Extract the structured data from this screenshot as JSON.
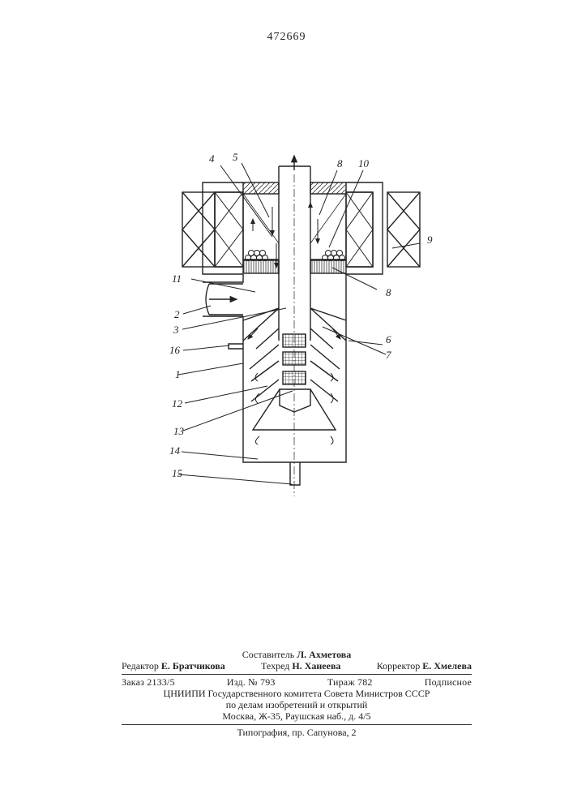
{
  "patent_number": "472669",
  "figure": {
    "labels": {
      "l1": "1",
      "l2": "2",
      "l3": "3",
      "l4": "4",
      "l5": "5",
      "l6": "6",
      "l7": "7",
      "l8a": "8",
      "l8b": "8",
      "l9": "9",
      "l10": "10",
      "l11": "11",
      "l12": "12",
      "l13": "13",
      "l14": "14",
      "l15": "15",
      "l16": "16"
    }
  },
  "imprint": {
    "compiler_label": "Составитель",
    "compiler_name": "Л. Ахметова",
    "editor_label": "Редактор",
    "editor_name": "Е. Братчикова",
    "techred_label": "Техред",
    "techred_name": "Н. Ханеева",
    "corrector_label": "Корректор",
    "corrector_name": "Е. Хмелева",
    "order": "Заказ 2133/5",
    "edition": "Изд. № 793",
    "circulation": "Тираж 782",
    "signed": "Подписное",
    "org_line1": "ЦНИИПИ Государственного комитета Совета Министров СССР",
    "org_line2": "по делам изобретений и открытий",
    "org_line3": "Москва, Ж-35, Раушская наб., д. 4/5",
    "printing": "Типография, пр. Сапунова, 2"
  }
}
